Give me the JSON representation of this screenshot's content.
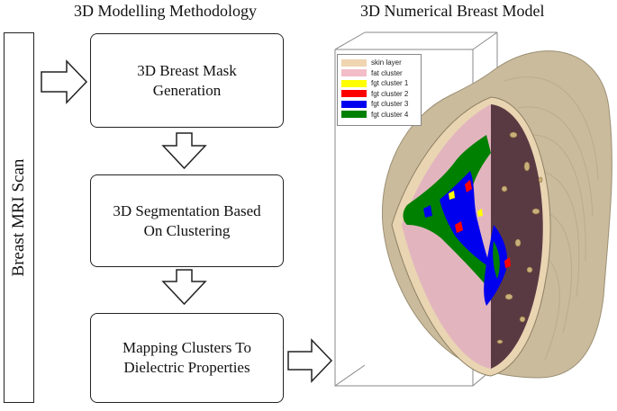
{
  "titles": {
    "left": "3D Modelling Methodology",
    "right": "3D Numerical Breast Model"
  },
  "sidebar_label": "Breast MRI Scan",
  "steps": [
    "3D Breast Mask Generation",
    "3D Segmentation Based On Clustering",
    "Mapping Clusters To Dielectric Properties"
  ],
  "legend": [
    {
      "label": "skin layer",
      "color": "#efd5b0"
    },
    {
      "label": "fat cluster",
      "color": "#f2bcc8"
    },
    {
      "label": "fgt cluster 1",
      "color": "#ffff00"
    },
    {
      "label": "fgt cluster 2",
      "color": "#ff0000"
    },
    {
      "label": "fgt cluster 3",
      "color": "#0000ee"
    },
    {
      "label": "fgt cluster 4",
      "color": "#008000"
    }
  ],
  "colors": {
    "outer_surface": "#c9bb9c",
    "fat": "#e2b5be",
    "cut_dark": "#5a3a42",
    "skin": "#e9d5b2"
  }
}
